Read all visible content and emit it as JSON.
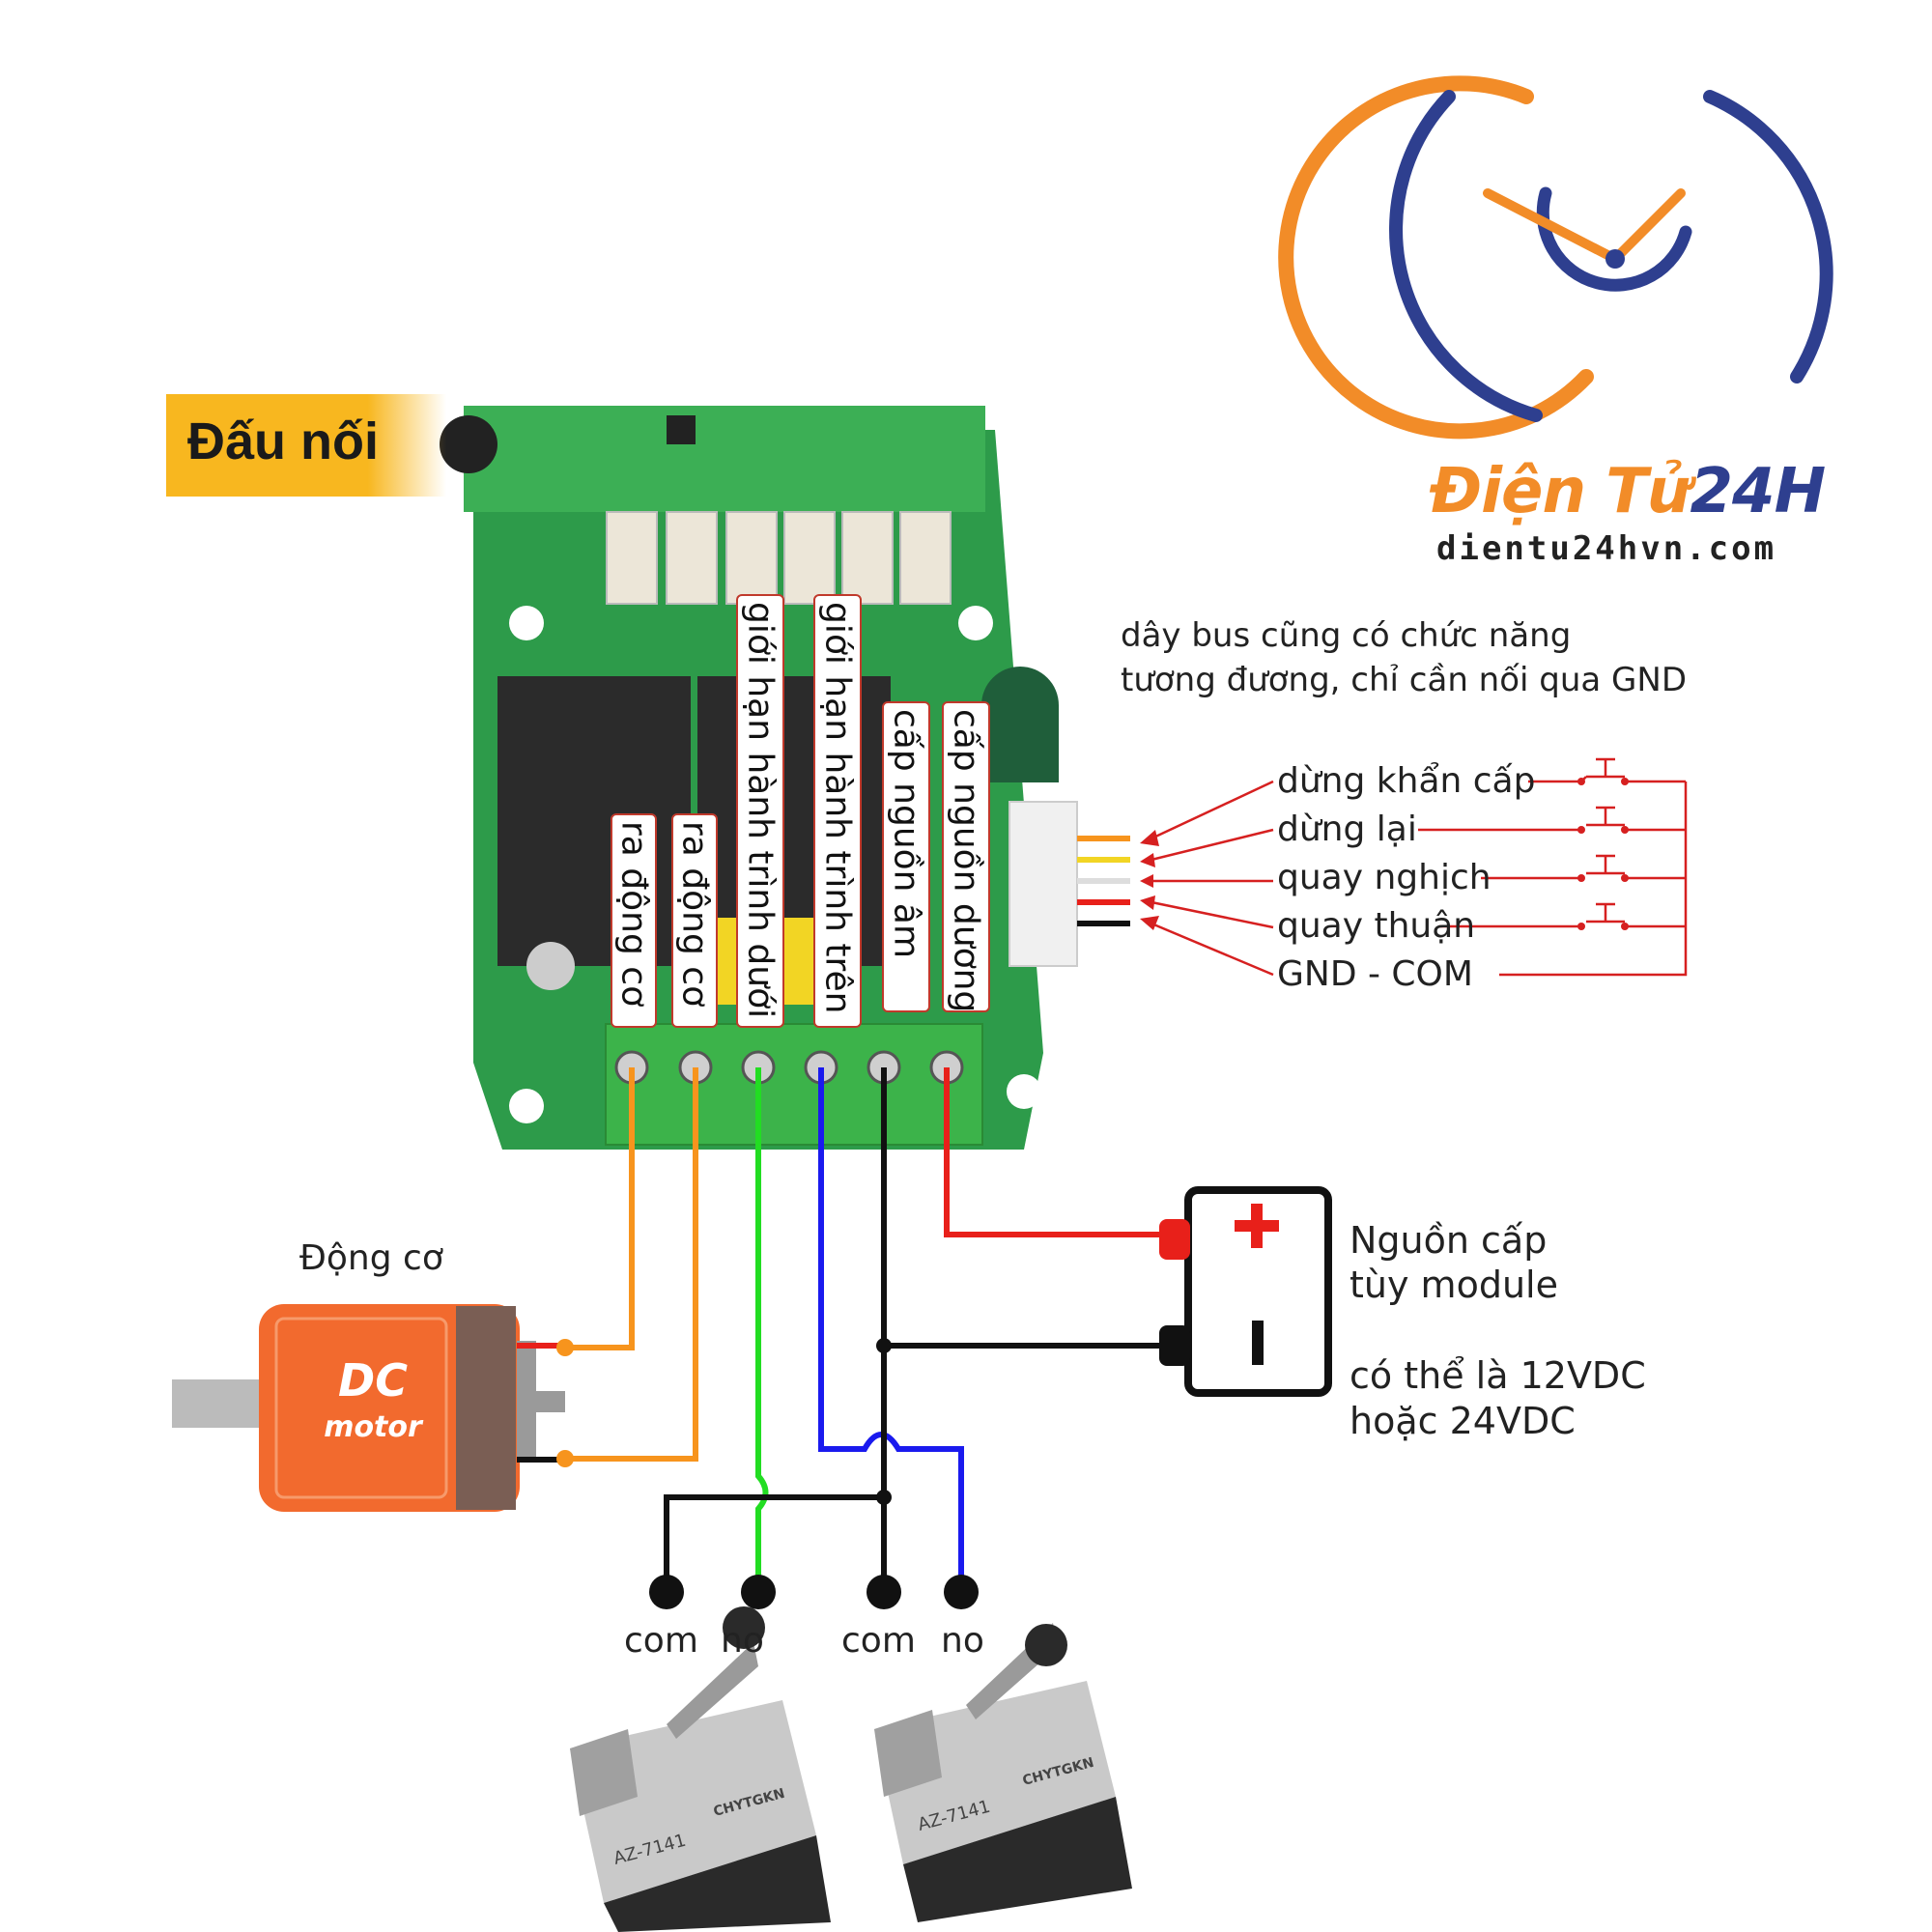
{
  "title": "Đấu nối",
  "brand": {
    "name_part1": "Điện Tử",
    "name_part2": "24H",
    "url": "dientu24hvn.com",
    "colors": {
      "orange": "#f28c28",
      "blue": "#2e3f8f"
    }
  },
  "bus_note": {
    "line1": "dây bus cũng có chức năng",
    "line2": "tương đương, chỉ cần nối qua GND"
  },
  "bus_signals": [
    "dừng khẩn cấp",
    "dừng lại",
    "quay nghịch",
    "quay thuận",
    "GND - COM"
  ],
  "terminal_labels": [
    "ra động cơ",
    "ra động cơ",
    "giới hạn hành trình dưới",
    "giới hạn hành trình trên",
    "cấp nguồn âm",
    "cấp nguồn dương"
  ],
  "motor": {
    "caption": "Động cơ",
    "line1": "DC",
    "line2": "motor",
    "color": "#f26a2e"
  },
  "power": {
    "caption1": "Nguồn cấp",
    "caption2": "tùy module",
    "note1": "có thể là 12VDC",
    "note2": "hoặc 24VDC"
  },
  "switch_pins": [
    "com",
    "no",
    "com",
    "no"
  ],
  "limit_switch": {
    "model": "AZ-7141",
    "brand": "CHYTGKN"
  },
  "wire_colors": {
    "motor": "#f7941d",
    "lower_limit": "#22dd22",
    "upper_limit": "#1a1aee",
    "ground": "#111111",
    "positive": "#e8201a",
    "bus_arrow": "#d62020"
  }
}
